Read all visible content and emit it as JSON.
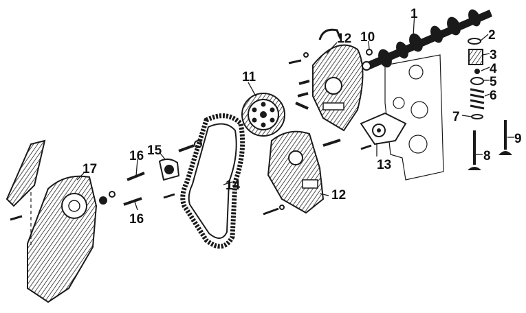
{
  "diagram": {
    "callouts": [
      "1",
      "2",
      "3",
      "4",
      "5",
      "6",
      "7",
      "8",
      "9",
      "10",
      "11",
      "12",
      "12",
      "13",
      "14",
      "15",
      "16",
      "16",
      "17"
    ]
  }
}
